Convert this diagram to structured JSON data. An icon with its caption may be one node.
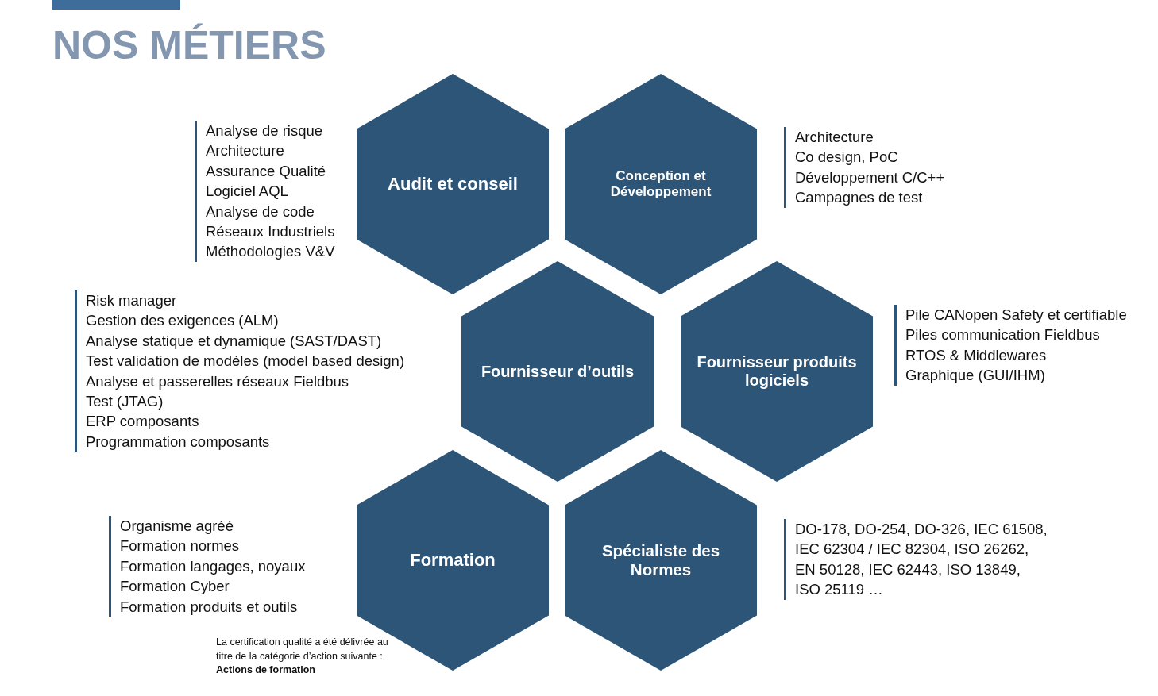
{
  "diagram": {
    "title": "NOS MÉTIERS",
    "nodes": [
      {
        "text": [
          "Audit et conseil"
        ],
        "beside": [
          "Analyse de risque",
          "Architecture",
          "Assurance Qualité",
          "Logiciel AQL",
          "Analyse de code",
          "Réseaux Industriels",
          "Méthodologies V&V"
        ]
      },
      {
        "text": [
          "Conception et Développement"
        ],
        "beside": [
          "Architecture",
          "Co design, PoC",
          "Développement C/C++",
          "Campagnes de test"
        ]
      },
      {
        "text": [
          "Fournisseur d’outils"
        ],
        "beside": [
          "Risk manager",
          "Gestion des exigences (ALM)",
          "Analyse statique et dynamique (SAST/DAST)",
          "Test validation de modèles (model based design)",
          "Analyse et passerelles réseaux Fieldbus",
          "Test (JTAG)",
          "ERP composants",
          "Programmation composants"
        ]
      },
      {
        "text": [
          "Fournisseur produits logiciels"
        ],
        "beside": [
          "Pile CANopen Safety et certifiable",
          "Piles communication Fieldbus",
          "RTOS & Middlewares",
          "Graphique (GUI/IHM)"
        ]
      },
      {
        "text": [
          "Formation"
        ],
        "beside": [
          "Organisme agréé",
          "Formation normes",
          "Formation langages, noyaux",
          "Formation Cyber",
          "Formation produits et outils"
        ]
      },
      {
        "text": [
          "Spécialiste des Normes"
        ],
        "beside": [
          "DO-178, DO-254, DO-326, IEC 61508, IEC 62304 / IEC 82304, ISO 26262, EN 50128, IEC 62443, ISO 13849, ISO 25119 …"
        ]
      }
    ],
    "labels": [
      "La certification qualité a été délivrée au titre de la catégorie d’action suivante : **Actions de formation**"
    ]
  }
}
